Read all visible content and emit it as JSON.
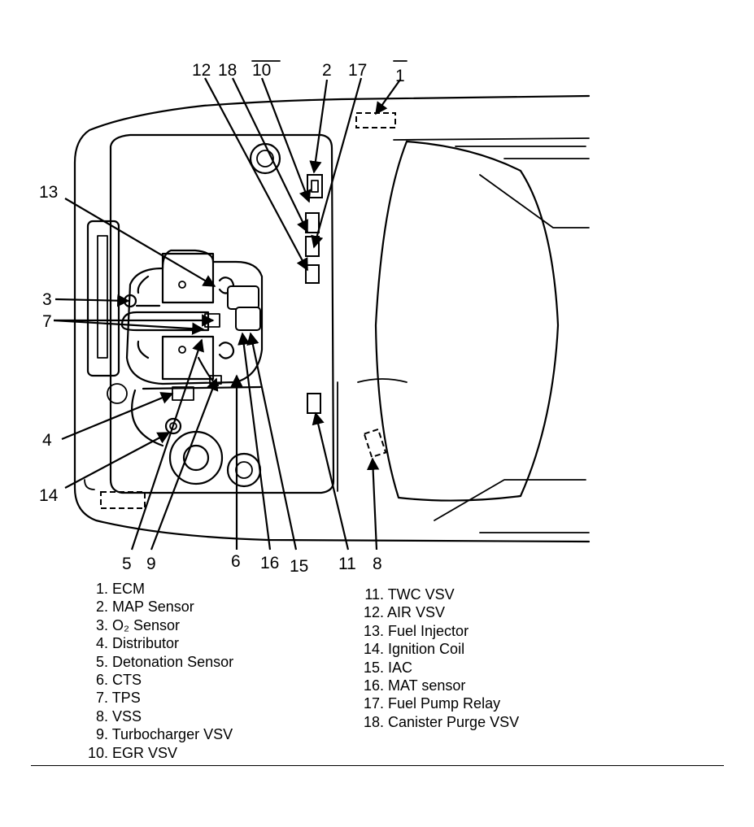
{
  "callouts": [
    "1",
    "2",
    "3",
    "4",
    "5",
    "6",
    "7",
    "8",
    "9",
    "10",
    "11",
    "12",
    "13",
    "14",
    "15",
    "16",
    "17",
    "18"
  ],
  "legend": [
    {
      "num": "1.",
      "label": "ECM"
    },
    {
      "num": "2.",
      "label": "MAP Sensor"
    },
    {
      "num": "3.",
      "label": "O₂ Sensor"
    },
    {
      "num": "4.",
      "label": "Distributor"
    },
    {
      "num": "5.",
      "label": "Detonation Sensor"
    },
    {
      "num": "6.",
      "label": "CTS"
    },
    {
      "num": "7.",
      "label": "TPS"
    },
    {
      "num": "8.",
      "label": "VSS"
    },
    {
      "num": "9.",
      "label": "Turbocharger VSV"
    },
    {
      "num": "10.",
      "label": "EGR VSV"
    },
    {
      "num": "11.",
      "label": "TWC VSV"
    },
    {
      "num": "12.",
      "label": "AIR VSV"
    },
    {
      "num": "13.",
      "label": "Fuel Injector"
    },
    {
      "num": "14.",
      "label": "Ignition Coil"
    },
    {
      "num": "15.",
      "label": "IAC"
    },
    {
      "num": "16.",
      "label": "MAT sensor"
    },
    {
      "num": "17.",
      "label": "Fuel Pump Relay"
    },
    {
      "num": "18.",
      "label": "Canister Purge VSV"
    }
  ]
}
